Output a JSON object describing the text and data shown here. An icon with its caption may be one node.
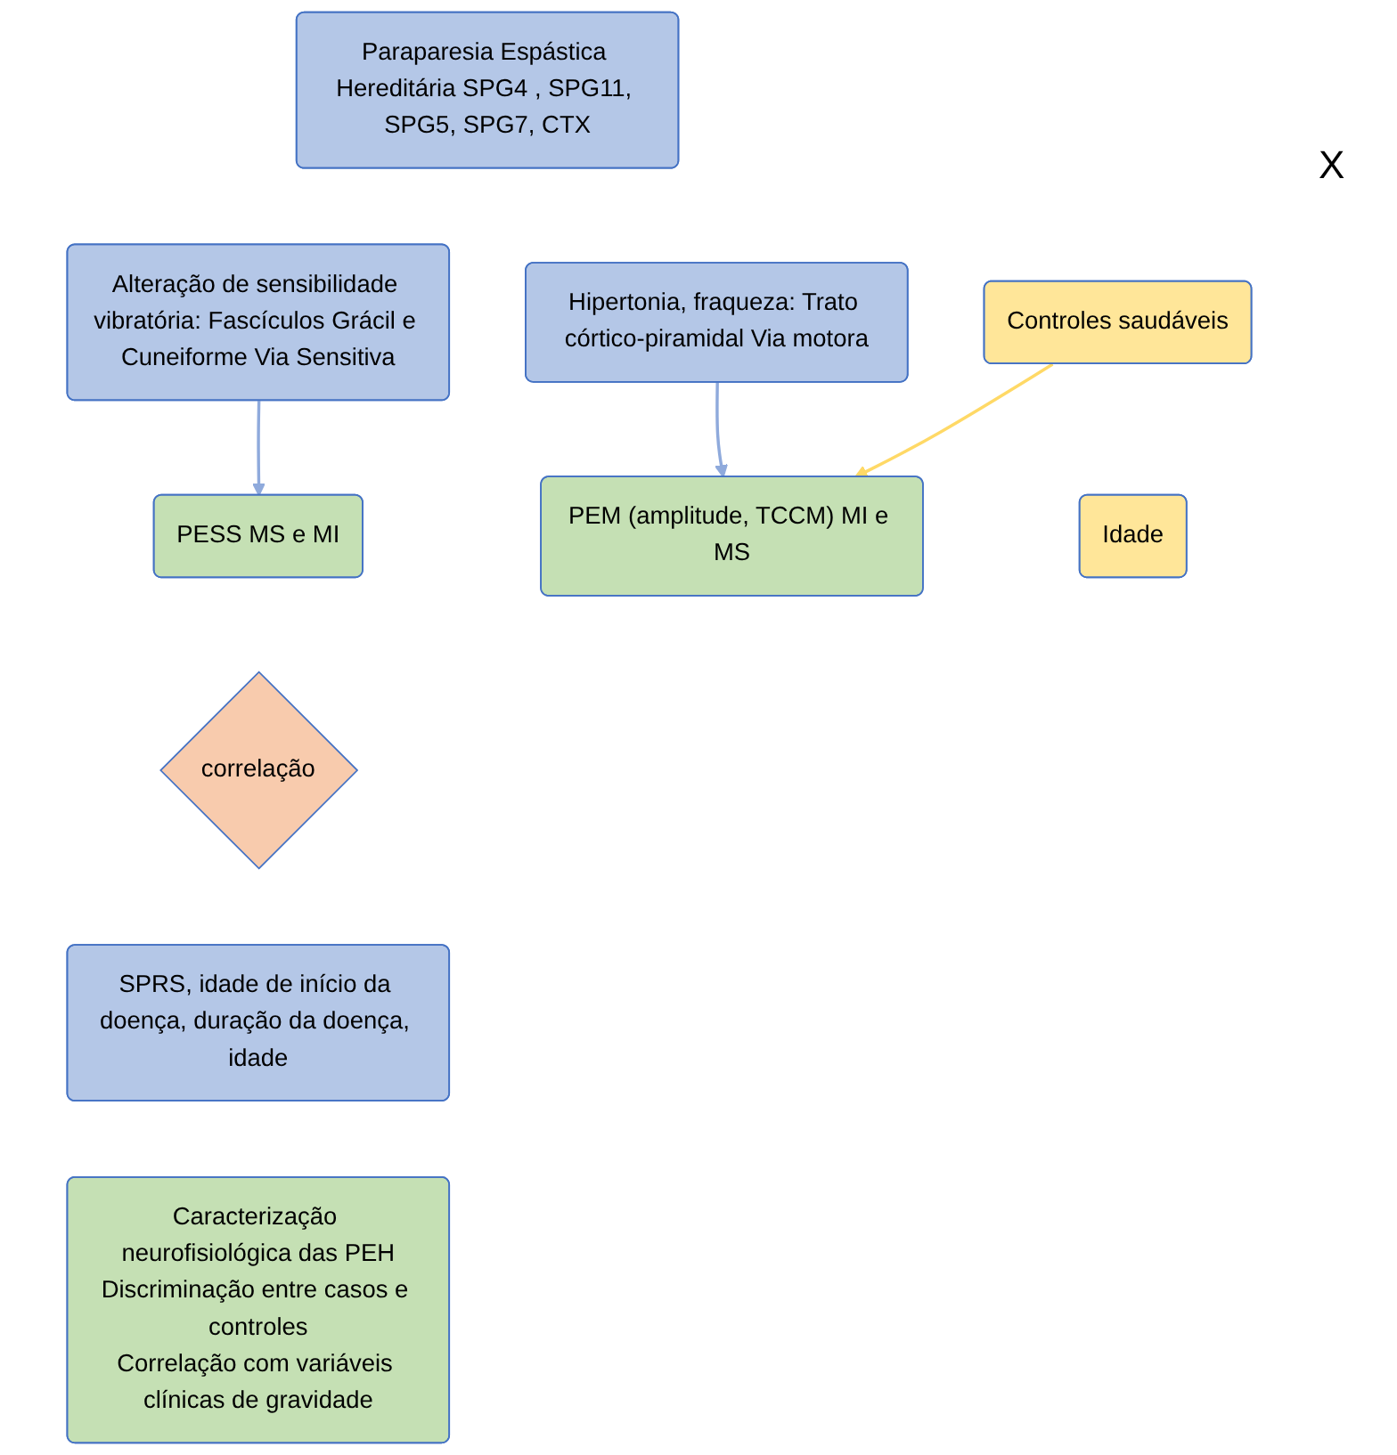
{
  "diagram": {
    "nodes": [
      {
        "text": [
          "Paraparesia Espástica Hereditária SPG4 , SPG11, SPG5, SPG7, CTX"
        ]
      },
      {
        "text": [
          "Alteração de sensibilidade vibratória: Fascículos Grácil e Cuneiforme Via Sensitiva"
        ]
      },
      {
        "text": [
          "Hipertonia, fraqueza: Trato córtico-piramidal Via motora"
        ]
      },
      {
        "text": [
          "Controles saudáveis"
        ]
      },
      {
        "text": [
          "PESS MS e MI"
        ]
      },
      {
        "text": [
          "PEM (amplitude, TCCM) MI e MS"
        ]
      },
      {
        "text": [
          "correlação"
        ]
      },
      {
        "text": [
          "SPRS, idade de início da doença, duração da doença, idade"
        ]
      },
      {
        "text": [
          "Idade"
        ]
      },
      {
        "text": [
          "Caracterização neurofisiológica das PEH",
          "Discriminação entre casos e controles",
          "Correlação com variáveis clínicas de gravidade"
        ]
      }
    ],
    "edges": [
      {
        "from": 1,
        "to": 4,
        "arrow": "to"
      },
      {
        "from": 2,
        "to": 5,
        "arrow": "to"
      },
      {
        "from": 3,
        "to": 5,
        "arrow": "to",
        "color": "#ffd966"
      }
    ],
    "labels": [
      "X"
    ]
  }
}
